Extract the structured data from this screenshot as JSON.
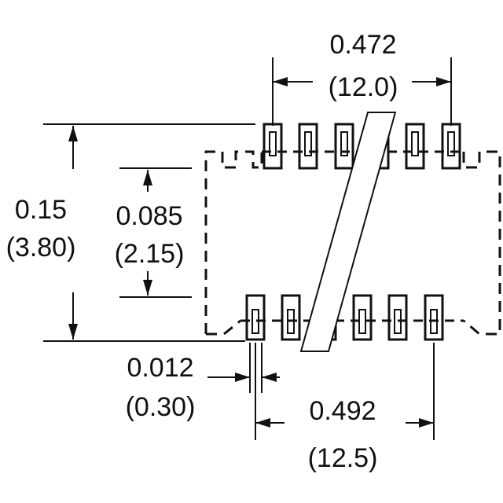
{
  "dimensions": {
    "top_span": {
      "inch": "0.472",
      "mm": "(12.0)"
    },
    "overall_height": {
      "inch": "0.15",
      "mm": "(3.80)"
    },
    "body_height": {
      "inch": "0.085",
      "mm": "(2.15)"
    },
    "lead_width": {
      "inch": "0.012",
      "mm": "(0.30)"
    },
    "bottom_span": {
      "inch": "0.492",
      "mm": "(12.5)"
    }
  },
  "colors": {
    "line": "#111111",
    "background": "#ffffff"
  }
}
